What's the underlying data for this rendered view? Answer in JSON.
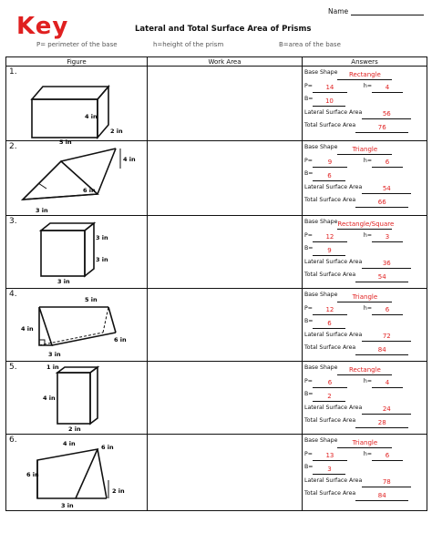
{
  "header": {
    "key": "Key",
    "title": "Lateral and Total Surface Area of Prisms",
    "name_label": "Name",
    "legend_p": "P= perimeter of the base",
    "legend_h": "h=height of the prism",
    "legend_b": "B=area of the base"
  },
  "columns": {
    "figure": "Figure",
    "work": "Work Area",
    "answers": "Answers"
  },
  "labels": {
    "base_shape": "Base Shape",
    "p": "P=",
    "h": "h=",
    "b": "B=",
    "lateral": "Lateral Surface Area",
    "total": "Total Surface Area"
  },
  "rows": [
    {
      "num": "1.",
      "dims": {
        "a": "4 in",
        "b": "2 in",
        "c": "5 in"
      },
      "base_shape": "Rectangle",
      "p": "14",
      "h": "4",
      "b": "10",
      "lateral": "56",
      "total": "76"
    },
    {
      "num": "2.",
      "dims": {
        "a": "4 in",
        "b": "6 in",
        "c": "3 in"
      },
      "base_shape": "Triangle",
      "p": "9",
      "h": "6",
      "b": "6",
      "lateral": "54",
      "total": "66"
    },
    {
      "num": "3.",
      "dims": {
        "a": "3 in",
        "b": "3 in",
        "c": "3 in"
      },
      "base_shape": "Rectangle/Square",
      "p": "12",
      "h": "3",
      "b": "9",
      "lateral": "36",
      "total": "54"
    },
    {
      "num": "4.",
      "dims": {
        "a": "5 in",
        "b": "4 in",
        "c": "6 in",
        "d": "3 in"
      },
      "base_shape": "Triangle",
      "p": "12",
      "h": "6",
      "b": "6",
      "lateral": "72",
      "total": "84"
    },
    {
      "num": "5.",
      "dims": {
        "a": "1 in",
        "b": "4 in",
        "c": "2 in"
      },
      "base_shape": "Rectangle",
      "p": "6",
      "h": "4",
      "b": "2",
      "lateral": "24",
      "total": "28"
    },
    {
      "num": "6.",
      "dims": {
        "a": "4 in",
        "b": "6 in",
        "c": "6 in",
        "d": "2 in",
        "e": "3 in"
      },
      "base_shape": "Triangle",
      "p": "13",
      "h": "6",
      "b": "3",
      "lateral": "78",
      "total": "84"
    }
  ]
}
